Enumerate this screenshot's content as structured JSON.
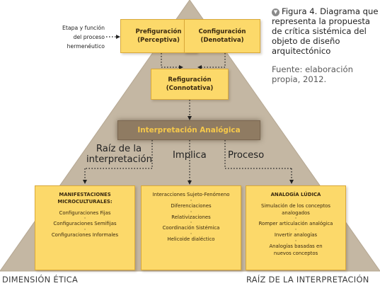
{
  "figure": {
    "caption_label": "Figura 4.",
    "caption_text": "Diagrama que representa la propuesta de crítica sistémica del objeto de diseño arquitectónico",
    "source": "Fuente: elaboración propia, 2012.",
    "caption_icon": "arrow-down-icon"
  },
  "stage_label": [
    "Etapa y función",
    "del proceso",
    "hermenéutico"
  ],
  "top_boxes": [
    {
      "line1": "Prefiguración",
      "line2": "(Perceptiva)"
    },
    {
      "line1": "Configuración",
      "line2": "(Denotativa)"
    }
  ],
  "refiguration": {
    "line1": "Refiguración",
    "line2": "(Connotativa)"
  },
  "band": "Interpretación Analógica",
  "branch_labels": {
    "left": [
      "Raíz de la",
      "interpretación"
    ],
    "middle": "Implica",
    "right": "Proceso"
  },
  "bottom_boxes": [
    {
      "title": [
        "MANIFESTACIONES",
        "MICROCULTURALES:"
      ],
      "items": [
        "Configuraciones Fijas",
        "Configuraciones Semifijas",
        "Configuraciones Informales"
      ]
    },
    {
      "title": [],
      "items": [
        "Interacciones Sujeto-Fenómeno",
        "Diferenciaciones",
        "Relativizaciones",
        "Coordinación Sistémica",
        "Helicoide dialéctico"
      ]
    },
    {
      "title": [
        "ANALOGÍA LÚDICA"
      ],
      "items": [
        "Simulación de los conceptos analogados",
        "Romper articulación analógica",
        "Invertir analogías",
        "Analogías basadas en nuevos conceptos"
      ]
    }
  ],
  "footer": {
    "left": "DIMENSIÓN ÉTICA",
    "right": "RAÍZ DE LA INTERPRETACIÓN"
  },
  "colors": {
    "pyramid": "#c4b7a3",
    "box_fill": "#fcd96a",
    "band_fill": "#8f7b62",
    "band_text": "#f6c84a"
  }
}
